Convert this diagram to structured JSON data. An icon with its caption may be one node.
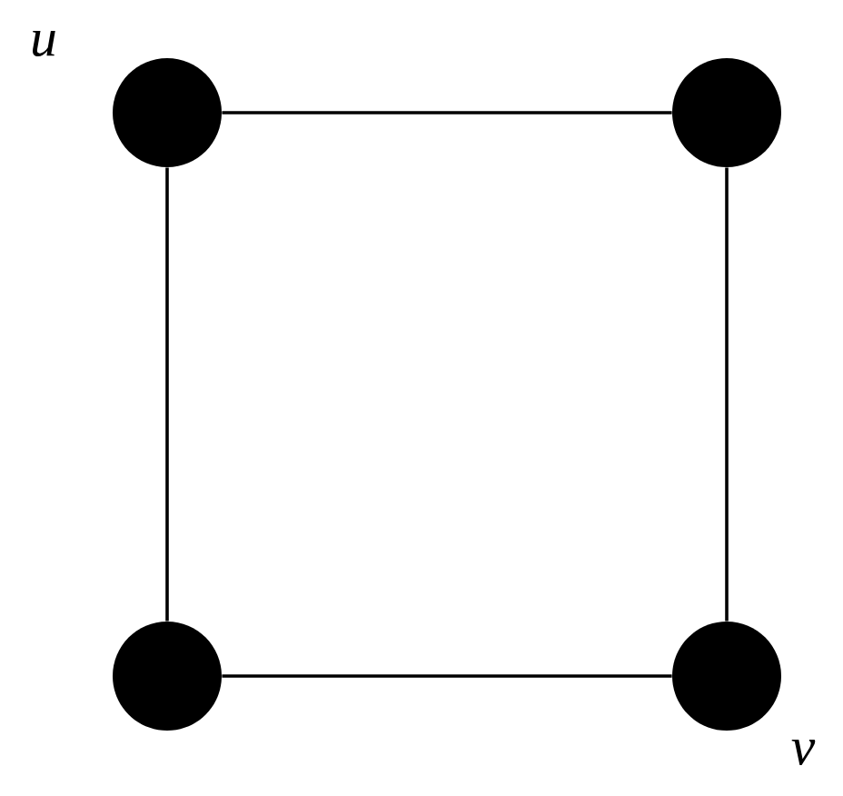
{
  "diagram": {
    "nodes": [
      {
        "text": [],
        "shape": "circle",
        "beside": [
          "u"
        ]
      },
      {
        "text": [],
        "shape": "circle"
      },
      {
        "text": [],
        "shape": "circle"
      },
      {
        "text": [],
        "shape": "circle",
        "beside": [
          "v"
        ]
      }
    ],
    "edges": [
      {
        "from": 0,
        "to": 1,
        "arrow": "none"
      },
      {
        "from": 0,
        "to": 2,
        "arrow": "none"
      },
      {
        "from": 1,
        "to": 3,
        "arrow": "none"
      },
      {
        "from": 2,
        "to": 3,
        "arrow": "none"
      }
    ]
  }
}
